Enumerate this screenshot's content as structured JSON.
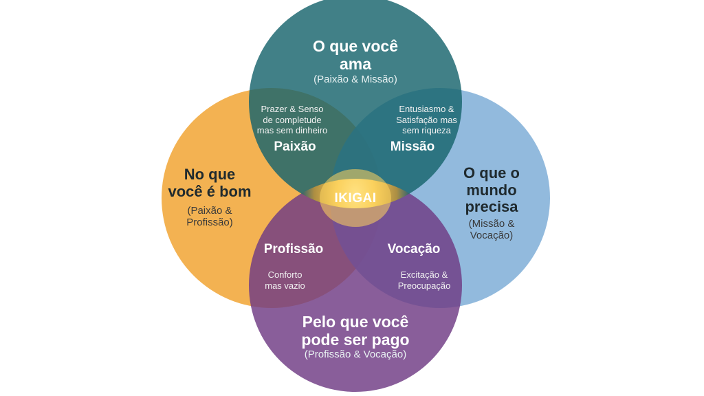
{
  "colors": {
    "top": "#17646d",
    "left": "#f2ac45",
    "right": "#86b2d9",
    "bottom": "#6f3a84",
    "center_glow": "#ffd35c"
  },
  "circles": {
    "top": {
      "title_line1": "O que você",
      "title_line2": "ama",
      "sub": "(Paixão & Missão)"
    },
    "left": {
      "title_line1": "No que",
      "title_line2": "você é bom",
      "sub_line1": "(Paixão &",
      "sub_line2": "Profissão)"
    },
    "right": {
      "title_line1": "O que o",
      "title_line2": "mundo",
      "title_line3": "precisa",
      "sub_line1": "(Missão &",
      "sub_line2": "Vocação)"
    },
    "bottom": {
      "title_line1": "Pelo que você",
      "title_line2": "pode ser pago",
      "sub": "(Profissão & Vocação)"
    }
  },
  "overlaps": {
    "paixao": {
      "label": "Paixão",
      "note_line1": "Prazer & Senso",
      "note_line2": "de completude",
      "note_line3": "mas sem dinheiro"
    },
    "missao": {
      "label": "Missão",
      "note_line1": "Entusiasmo &",
      "note_line2": "Satisfação mas",
      "note_line3": "sem riqueza"
    },
    "profissao": {
      "label": "Profissão",
      "note_line1": "Conforto",
      "note_line2": "mas vazio"
    },
    "vocacao": {
      "label": "Vocação",
      "note_line1": "Excitação &",
      "note_line2": "Preocupação"
    }
  },
  "center": {
    "label": "IKIGAI"
  }
}
